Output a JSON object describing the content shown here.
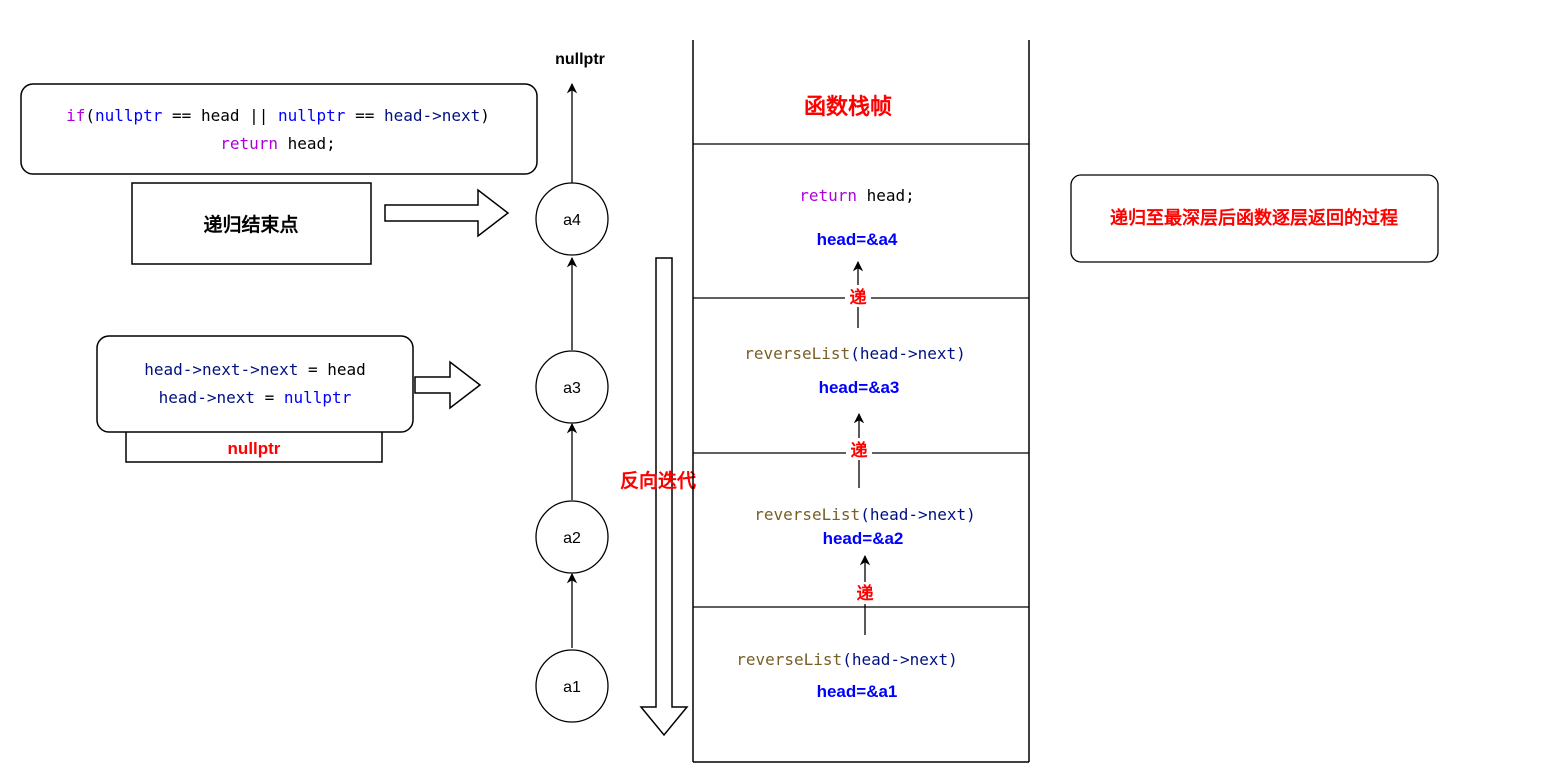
{
  "colors": {
    "keyword": "#af00db",
    "ident": "#0000ff",
    "var": "#001080",
    "func": "#795e26",
    "plain": "#000000",
    "highlight_red": "#ff0000",
    "highlight_blue": "#0000ff"
  },
  "top_label": "nullptr",
  "base_case": {
    "kw_if": "if",
    "open_paren": "(",
    "nullptr1": "nullptr",
    "eq1": " == head ",
    "or": "||",
    "nullptr2": " nullptr",
    "eq2": " == ",
    "head_next": "head->next",
    "close_paren": ")",
    "kw_return": "return",
    "return_rest": " head;"
  },
  "end_point_label": "递归结束点",
  "reverse_code": {
    "line1_a": "head->next->next",
    "line1_b": " = head",
    "line2_a": "head->next",
    "line2_b": " = ",
    "line2_c": "nullptr"
  },
  "nullptr_tab": "nullptr",
  "nodes": [
    "a4",
    "a3",
    "a2",
    "a1"
  ],
  "reverse_iter_label": "反向迭代",
  "stack": {
    "title": "函数栈帧",
    "frames": [
      {
        "kw": "return",
        "rest": " head;",
        "head": "head=&a4"
      },
      {
        "fn": "reverseList",
        "args": "(head->next)",
        "head": "head=&a3"
      },
      {
        "fn": "reverseList",
        "args": "(head->next)",
        "head": "head=&a2"
      },
      {
        "fn": "reverseList",
        "args": "(head->next)",
        "head": "head=&a1"
      }
    ],
    "push_label": "递"
  },
  "process_note": "递归至最深层后函数逐层返回的过程"
}
